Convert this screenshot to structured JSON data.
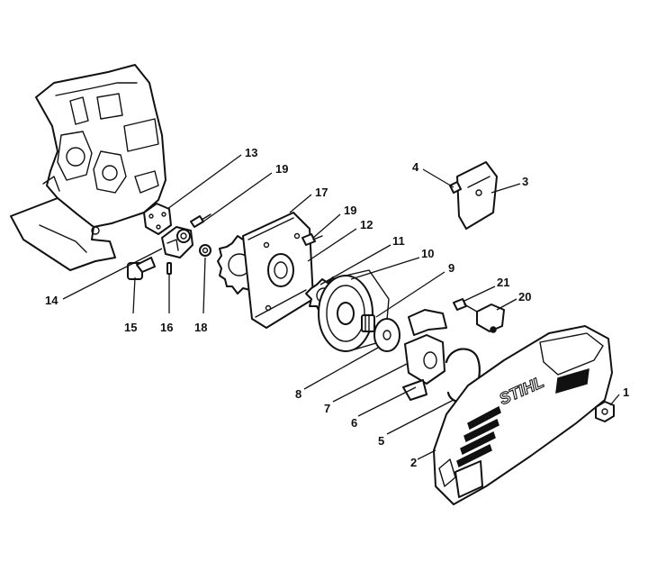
{
  "diagram": {
    "brand_mark": "STIHL",
    "callouts": [
      {
        "id": "c1",
        "label": "1"
      },
      {
        "id": "c2",
        "label": "2"
      },
      {
        "id": "c3",
        "label": "3"
      },
      {
        "id": "c4",
        "label": "4"
      },
      {
        "id": "c5",
        "label": "5"
      },
      {
        "id": "c6",
        "label": "6"
      },
      {
        "id": "c7",
        "label": "7"
      },
      {
        "id": "c8",
        "label": "8"
      },
      {
        "id": "c9",
        "label": "9"
      },
      {
        "id": "c10",
        "label": "10"
      },
      {
        "id": "c11",
        "label": "11"
      },
      {
        "id": "c12",
        "label": "12"
      },
      {
        "id": "c13",
        "label": "13"
      },
      {
        "id": "c14",
        "label": "14"
      },
      {
        "id": "c15",
        "label": "15"
      },
      {
        "id": "c16",
        "label": "16"
      },
      {
        "id": "c17",
        "label": "17"
      },
      {
        "id": "c18",
        "label": "18"
      },
      {
        "id": "c19a",
        "label": "19"
      },
      {
        "id": "c19b",
        "label": "19"
      },
      {
        "id": "c20",
        "label": "20"
      },
      {
        "id": "c21",
        "label": "21"
      }
    ]
  }
}
